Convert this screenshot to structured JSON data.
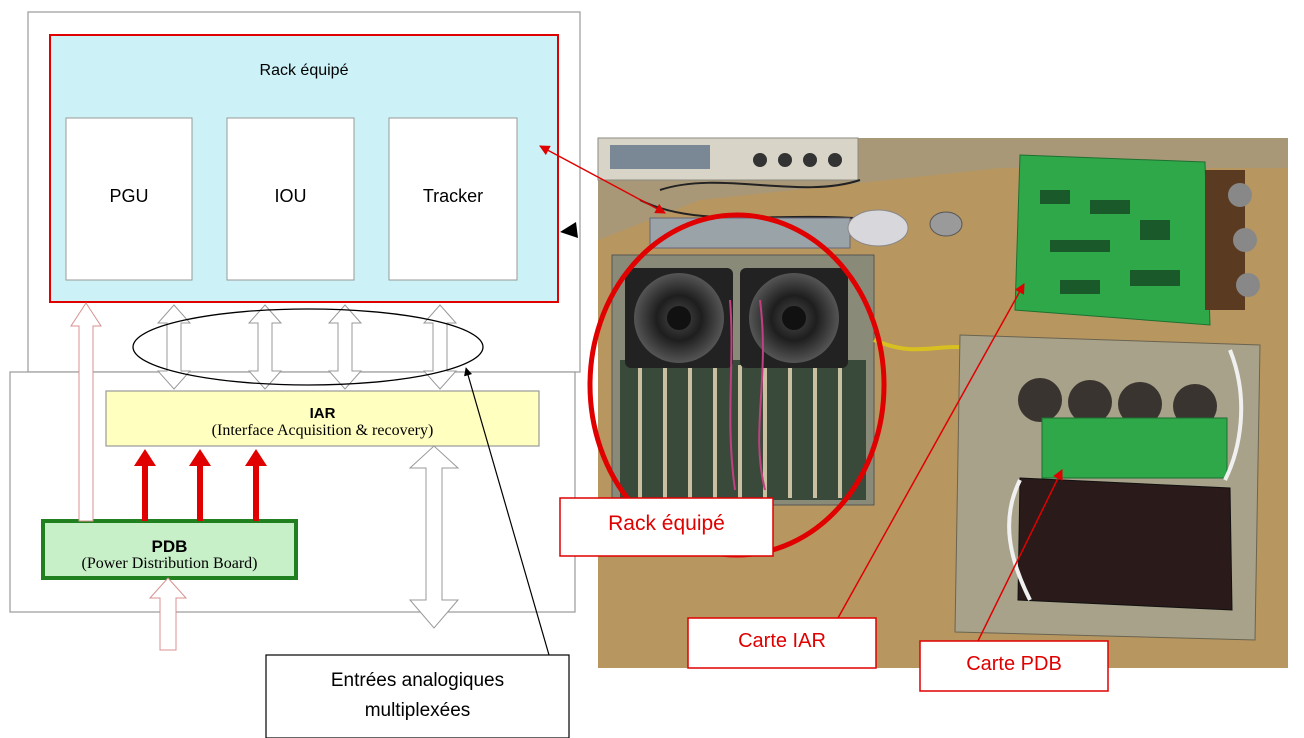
{
  "diagram": {
    "rack": {
      "title": "Rack équipé",
      "modules": [
        "PGU",
        "IOU",
        "Tracker"
      ]
    },
    "iar": {
      "title": "IAR",
      "subtitle": "(Interface Acquisition & recovery)"
    },
    "pdb": {
      "title": "PDB",
      "subtitle": "(Power Distribution Board)"
    },
    "callout": {
      "line1": "Entrées analogiques",
      "line2": "multiplexées"
    }
  },
  "photo": {
    "labels": {
      "rack": "Rack équipé",
      "iar": "Carte IAR",
      "pdb": "Carte PDB"
    }
  },
  "colors": {
    "rack_fill": "#ccf2f8",
    "rack_border": "#e00000",
    "iar_fill": "#ffffc0",
    "pdb_fill": "#c8f0c8",
    "pdb_border": "#208020",
    "accent_red": "#e00000",
    "desk": "#b89660",
    "pcb_green": "#2fa84a"
  }
}
